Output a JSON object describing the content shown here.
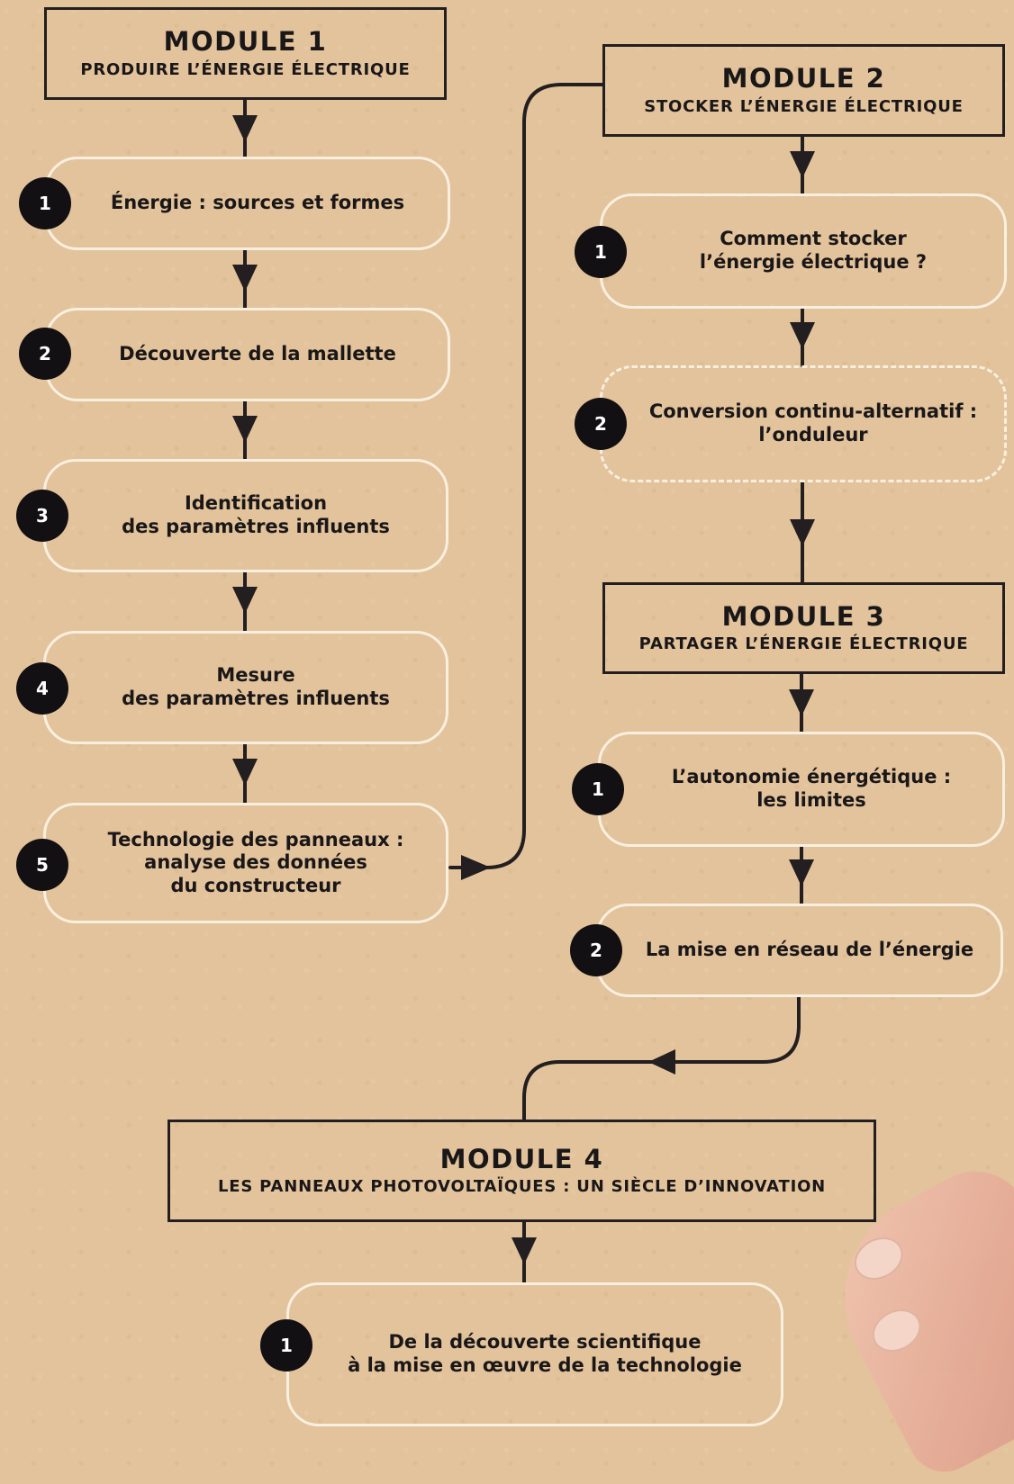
{
  "colors": {
    "background": "#e3c39b",
    "ink": "#231f20",
    "step_border": "#f9efe0",
    "badge": "#121012"
  },
  "modules": [
    {
      "title": "MODULE 1",
      "subtitle": "PRODUIRE L’ÉNERGIE ÉLECTRIQUE",
      "steps": [
        {
          "number": "1",
          "label": "Énergie : sources et formes"
        },
        {
          "number": "2",
          "label": "Découverte de la mallette"
        },
        {
          "number": "3",
          "label": "Identification\ndes paramètres influents"
        },
        {
          "number": "4",
          "label": "Mesure\ndes paramètres influents"
        },
        {
          "number": "5",
          "label": "Technologie des panneaux :\nanalyse des données\ndu constructeur"
        }
      ]
    },
    {
      "title": "MODULE 2",
      "subtitle": "STOCKER L’ÉNERGIE ÉLECTRIQUE",
      "steps": [
        {
          "number": "1",
          "label": "Comment stocker\nl’énergie électrique ?"
        },
        {
          "number": "2",
          "label": "Conversion continu-alternatif :\nl’onduleur",
          "style": "dashed"
        }
      ]
    },
    {
      "title": "MODULE 3",
      "subtitle": "PARTAGER L’ÉNERGIE ÉLECTRIQUE",
      "steps": [
        {
          "number": "1",
          "label": "L’autonomie énergétique :\nles limites"
        },
        {
          "number": "2",
          "label": "La mise en réseau de l’énergie"
        }
      ]
    },
    {
      "title": "MODULE 4",
      "subtitle": "LES PANNEAUX PHOTOVOLTAÏQUES : UN SIÈCLE D’INNOVATION",
      "steps": [
        {
          "number": "1",
          "label": "De la découverte scientifique\nà la mise en œuvre de la technologie"
        }
      ]
    }
  ]
}
